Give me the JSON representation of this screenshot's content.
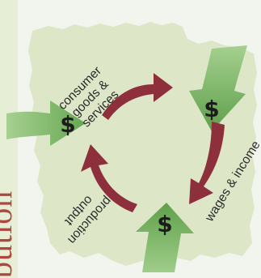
{
  "diagram": {
    "side_word": "bution",
    "labels": {
      "consumer_goods": [
        "consumer",
        "goods &",
        "services"
      ],
      "wages": "wages & income",
      "production": [
        "production",
        "output"
      ]
    },
    "currency_symbol": "$",
    "colors": {
      "background": "#f2f4ee",
      "panel": "#dde7c8",
      "green_arrow": "#7fba66",
      "red_arrow": "#8e2f3c",
      "strip": "#e6efd6",
      "text": "#2a2a2a",
      "side_word": "#b0473f"
    }
  }
}
